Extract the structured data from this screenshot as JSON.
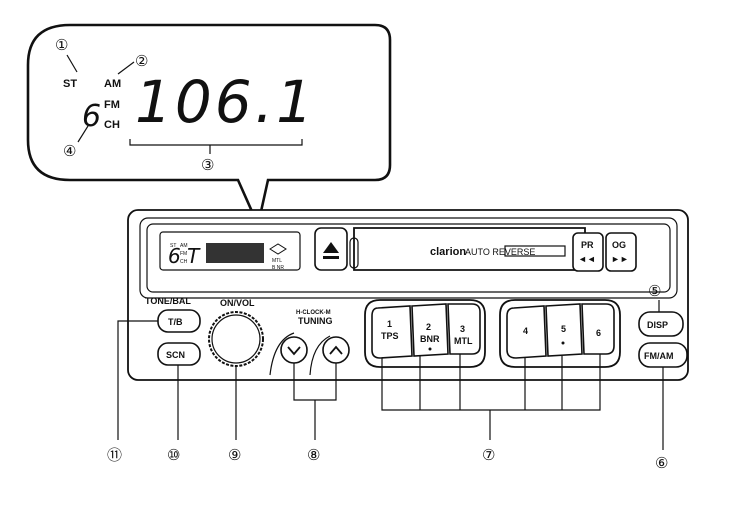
{
  "display": {
    "indicator_st": "ST",
    "indicator_am": "AM",
    "indicator_fm": "FM",
    "indicator_ch": "CH",
    "channel_digit": "6",
    "frequency": "106.1"
  },
  "callouts": {
    "c1": "①",
    "c2": "②",
    "c3": "③",
    "c4": "④",
    "c5": "⑤",
    "c6": "⑥",
    "c7": "⑦",
    "c8": "⑧",
    "c9": "⑨",
    "c10": "⑩",
    "c11": "⑪"
  },
  "unit": {
    "brand": "clarion",
    "brand_suffix": "AUTO REVERSE",
    "pr_label": "PR",
    "pr_arrows": "◄◄",
    "og_label": "OG",
    "og_arrows": "►►",
    "small_display_indicators": [
      "ST",
      "AM",
      "FM",
      "CH",
      "MTL",
      "B NR"
    ],
    "small_display_text": "6 T"
  },
  "controls": {
    "tone_bal_label": "TONE/BAL",
    "tb_button": "T/B",
    "scn_button": "SCN",
    "on_vol_label": "ON/VOL",
    "hclock_label": "H-CLOCK-M",
    "tuning_label": "TUNING",
    "disp_button": "DISP",
    "fmam_button": "FM/AM",
    "presets": [
      {
        "num": "1",
        "tag": "TPS"
      },
      {
        "num": "2",
        "tag": "BNR"
      },
      {
        "num": "3",
        "tag": "MTL"
      },
      {
        "num": "4",
        "tag": ""
      },
      {
        "num": "5",
        "tag": ""
      },
      {
        "num": "6",
        "tag": ""
      }
    ]
  }
}
